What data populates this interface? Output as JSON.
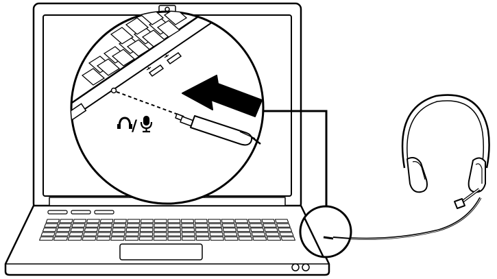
{
  "figure": {
    "subject": "laptop-headset-connection",
    "colors": {
      "stroke": "#000000",
      "fill": "#ffffff",
      "accent_gray": "#e6e6e6"
    }
  },
  "icons": {
    "headphone": "headphone-icon",
    "slash": "/",
    "microphone": "microphone-icon",
    "usb": "usb-icon",
    "insert_arrow": "arrow-insert-icon"
  },
  "laptop": {
    "keyboard": {
      "rows": 5,
      "keys_per_row": 18
    }
  }
}
